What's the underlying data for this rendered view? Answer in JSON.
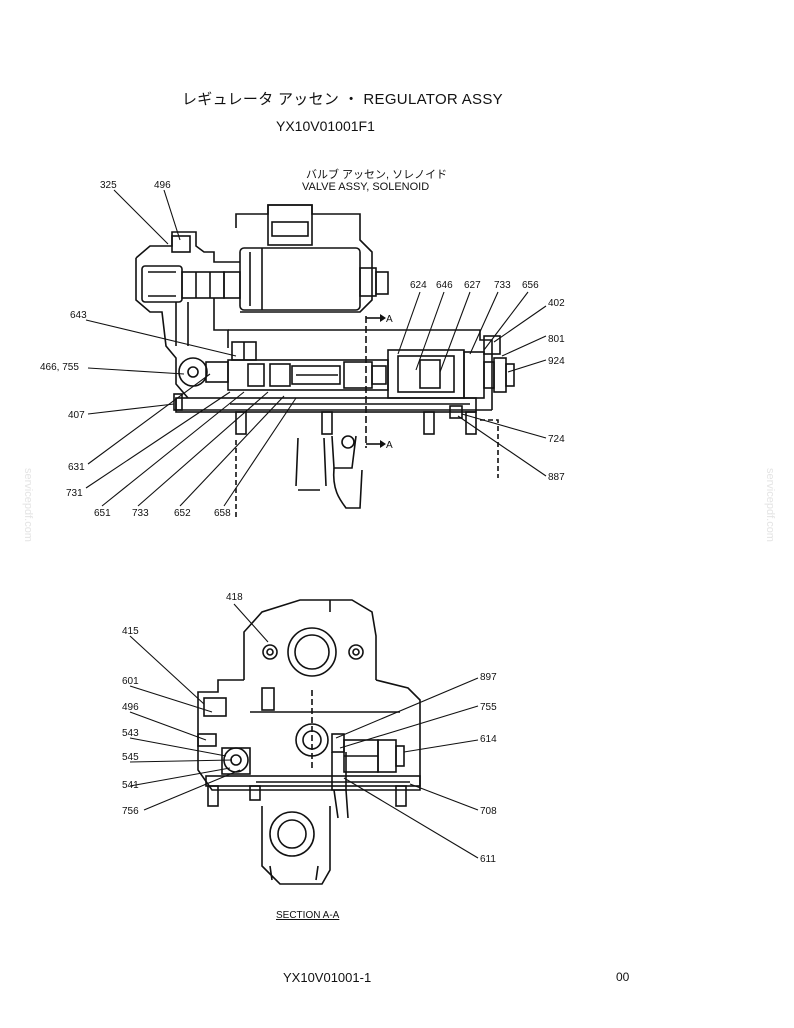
{
  "header": {
    "title": "レギュレータ アッセン ・ REGULATOR ASSY",
    "code": "YX10V01001F1"
  },
  "upper_view": {
    "callout_jp": "バルブ アッセン, ソレノイド",
    "callout_en": "VALVE ASSY, SOLENOID",
    "section_marker": "A",
    "labels": {
      "l325": "325",
      "l496": "496",
      "l643": "643",
      "l466_755": "466, 755",
      "l407": "407",
      "l631": "631",
      "l731": "731",
      "l651": "651",
      "l733b": "733",
      "l652": "652",
      "l658": "658",
      "l624": "624",
      "l646": "646",
      "l627": "627",
      "l733": "733",
      "l656": "656",
      "l402": "402",
      "l801": "801",
      "l924": "924",
      "l724": "724",
      "l887": "887"
    }
  },
  "lower_view": {
    "labels": {
      "l418": "418",
      "l415": "415",
      "l601": "601",
      "l496": "496",
      "l543": "543",
      "l545": "545",
      "l541": "541",
      "l756": "756",
      "l897": "897",
      "l755": "755",
      "l614": "614",
      "l708": "708",
      "l611": "611"
    },
    "section_label": "SECTION A-A"
  },
  "footer": {
    "code": "YX10V01001-1",
    "page": "00"
  },
  "watermark": "servicepdf.com"
}
